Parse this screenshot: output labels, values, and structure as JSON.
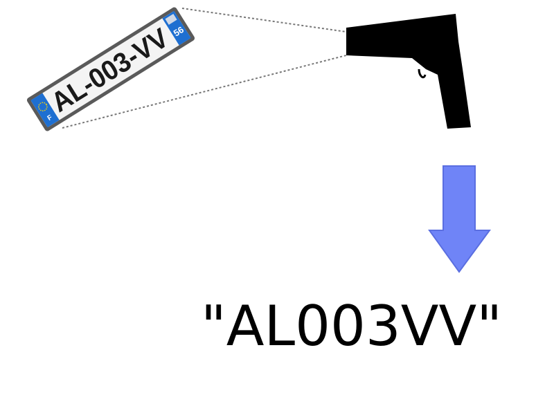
{
  "plate": {
    "number": "AL-003-VV",
    "country_code": "F",
    "region_code": "56",
    "colors": {
      "band": "#1e6fd1",
      "frame": "#555555",
      "text": "#1a1a1a"
    }
  },
  "scanner": {
    "icon": "barcode-scanner-icon",
    "color": "#000000"
  },
  "arrow": {
    "icon": "arrow-down-icon",
    "color": "#6f84f7",
    "stroke": "#5a6ee0"
  },
  "result": {
    "text": "\"AL003VV\""
  }
}
